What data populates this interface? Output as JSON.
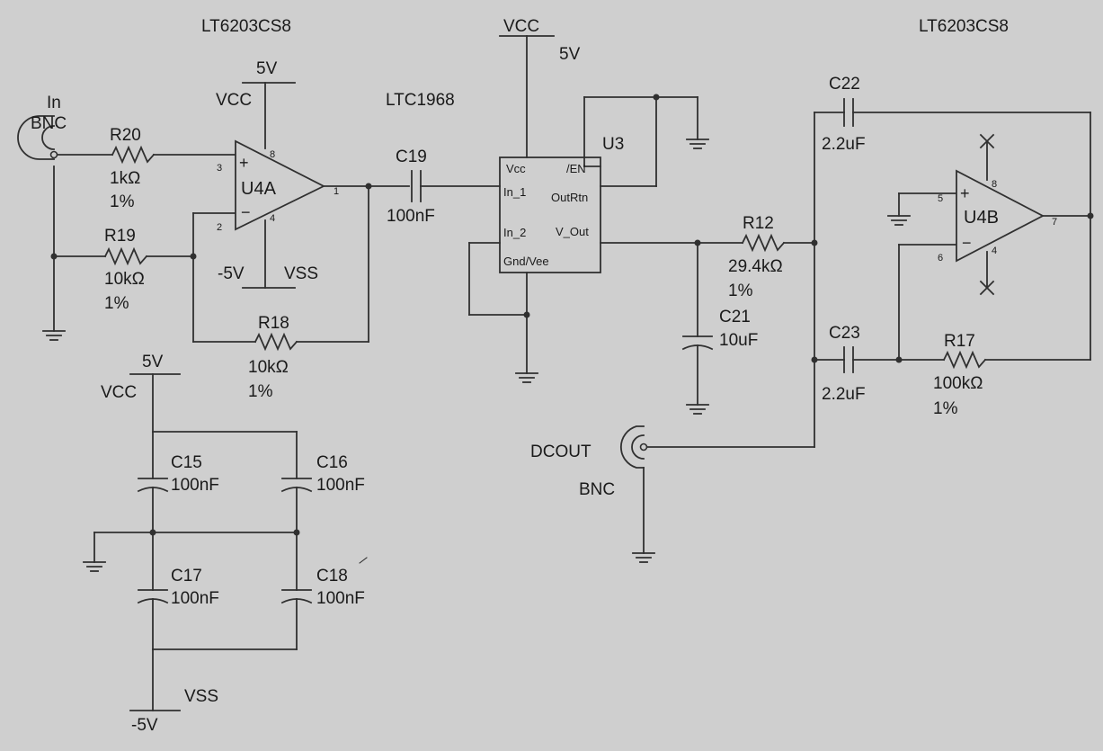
{
  "title": "",
  "opamps": {
    "u4a": {
      "part": "LT6203CS8",
      "ref": "U4A",
      "plus_pin": "3",
      "minus_pin": "2",
      "out_pin": "1",
      "vcc_pin": "8",
      "vee_pin": "4"
    },
    "u4b": {
      "part": "LT6203CS8",
      "ref": "U4B",
      "plus_pin": "5",
      "minus_pin": "6",
      "out_pin": "7",
      "vcc_pin": "8",
      "vee_pin": "4"
    }
  },
  "u3": {
    "part": "LTC1968",
    "ref": "U3",
    "pins": {
      "vcc": "Vcc",
      "en": "/EN",
      "in1": "In_1",
      "outrtn": "OutRtn",
      "in2": "In_2",
      "vout": "V_Out",
      "gnd": "Gnd/Vee"
    }
  },
  "rails": {
    "vcc": "VCC",
    "vss": "VSS",
    "pos": "5V",
    "neg": "-5V"
  },
  "connectors": {
    "input": {
      "name": "In",
      "type": "BNC"
    },
    "output": {
      "name": "DCOUT",
      "type": "BNC"
    }
  },
  "resistors": {
    "r20": {
      "ref": "R20",
      "value": "1kΩ",
      "tol": "1%"
    },
    "r19": {
      "ref": "R19",
      "value": "10kΩ",
      "tol": "1%"
    },
    "r18": {
      "ref": "R18",
      "value": "10kΩ",
      "tol": "1%"
    },
    "r12": {
      "ref": "R12",
      "value": "29.4kΩ",
      "tol": "1%"
    },
    "r17": {
      "ref": "R17",
      "value": "100kΩ",
      "tol": "1%"
    }
  },
  "capacitors": {
    "c19": {
      "ref": "C19",
      "value": "100nF"
    },
    "c21": {
      "ref": "C21",
      "value": "10uF"
    },
    "c22": {
      "ref": "C22",
      "value": "2.2uF"
    },
    "c23": {
      "ref": "C23",
      "value": "2.2uF"
    },
    "c15": {
      "ref": "C15",
      "value": "100nF"
    },
    "c16": {
      "ref": "C16",
      "value": "100nF"
    },
    "c17": {
      "ref": "C17",
      "value": "100nF"
    },
    "c18": {
      "ref": "C18",
      "value": "100nF"
    }
  },
  "colors": {
    "background": "#cfcfcf",
    "wire": "#303030"
  }
}
